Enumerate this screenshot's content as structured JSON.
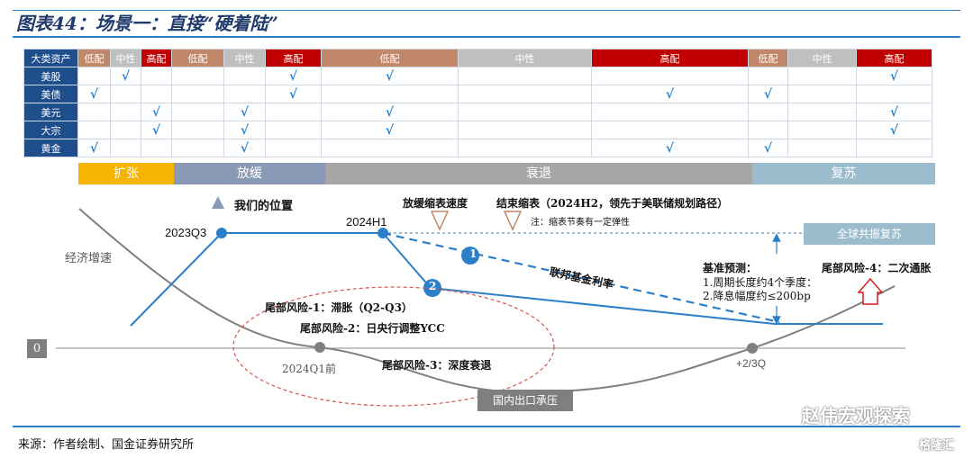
{
  "title": "图表44：场景一：直接“硬着陆”",
  "table": {
    "header_corner": "大类资产",
    "header_cols": [
      "低配",
      "中性",
      "高配",
      "低配",
      "中性",
      "高配",
      "低配",
      "中性",
      "高配",
      "低配",
      "中性",
      "高配"
    ],
    "rows": [
      {
        "label": "美股",
        "checks": [
          false,
          true,
          false,
          false,
          false,
          true,
          true,
          false,
          false,
          false,
          false,
          true
        ]
      },
      {
        "label": "美债",
        "checks": [
          true,
          false,
          false,
          false,
          false,
          true,
          false,
          false,
          true,
          true,
          false,
          false
        ]
      },
      {
        "label": "美元",
        "checks": [
          false,
          false,
          true,
          false,
          true,
          false,
          true,
          false,
          false,
          false,
          false,
          true
        ]
      },
      {
        "label": "大宗",
        "checks": [
          false,
          false,
          true,
          false,
          true,
          false,
          true,
          false,
          false,
          false,
          false,
          true
        ]
      },
      {
        "label": "黄金",
        "checks": [
          true,
          false,
          false,
          false,
          true,
          false,
          false,
          false,
          true,
          true,
          false,
          false
        ]
      }
    ],
    "check_glyph": "√"
  },
  "phases": [
    {
      "label": "扩张",
      "color": "#f5b400"
    },
    {
      "label": "放缓",
      "color": "#8a99b5"
    },
    {
      "label": "衰退",
      "color": "#a6a6a6"
    },
    {
      "label": "复苏",
      "color": "#9bbccc"
    }
  ],
  "labels": {
    "our_position": "我们的位置",
    "y2023q3": "2023Q3",
    "y2024h1": "2024H1",
    "slow_qt": "放缓缩表速度",
    "end_qt": "结束缩表（2024H2，领先于美联储规划路径）",
    "note": "注：缩表节奏有一定弹性",
    "global_recovery": "全球共振复苏",
    "growth": "经济增速",
    "fed_rate": "联邦基金利率",
    "baseline_title": "基准预测：",
    "baseline_1": "1.周期长度约4个季度：",
    "baseline_2": "2.降息幅度约≤200bp",
    "tail4": "尾部风险-4：二次通胀",
    "tail1": "尾部风险-1：滞胀（Q2-Q3）",
    "tail2": "尾部风险-2：日央行调整YCC",
    "tail3": "尾部风险-3：深度衰退",
    "zero": "0",
    "y2024q1": "2024Q1前",
    "plus23": "+2/3Q",
    "domestic": "国内出口承压",
    "marker1": "1",
    "marker2": "2"
  },
  "source": "来源：作者绘制、国金证券研究所",
  "watermark1": "赵伟宏观探索",
  "watermark2": "格隆汇"
}
